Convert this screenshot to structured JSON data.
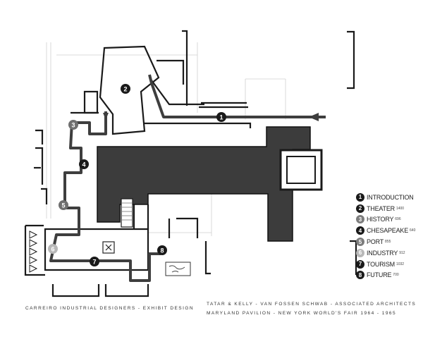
{
  "legend": {
    "items": [
      {
        "num": "1",
        "label": "INTRODUCTION",
        "count": "",
        "style": "dark"
      },
      {
        "num": "2",
        "label": "THEATER",
        "count": "1400",
        "style": "dark"
      },
      {
        "num": "3",
        "label": "HISTORY",
        "count": "696",
        "style": "gray"
      },
      {
        "num": "4",
        "label": "CHESAPEAKE",
        "count": "640",
        "style": "dark"
      },
      {
        "num": "5",
        "label": "PORT",
        "count": "855",
        "style": "gray"
      },
      {
        "num": "6",
        "label": "INDUSTRY",
        "count": "912",
        "style": "light"
      },
      {
        "num": "7",
        "label": "TOURISM",
        "count": "1032",
        "style": "dark"
      },
      {
        "num": "8",
        "label": "FUTURE",
        "count": "700",
        "style": "dark"
      }
    ]
  },
  "credits": {
    "left": "CARREIRO INDUSTRIAL DESIGNERS - EXHIBIT DESIGN",
    "architects": "TATAR & KELLY - VAN FOSSEN SCHWAB - ASSOCIATED ARCHITECTS",
    "pavilion": "MARYLAND PAVILION - NEW YORK WORLD'S FAIR    1964 - 1965"
  }
}
